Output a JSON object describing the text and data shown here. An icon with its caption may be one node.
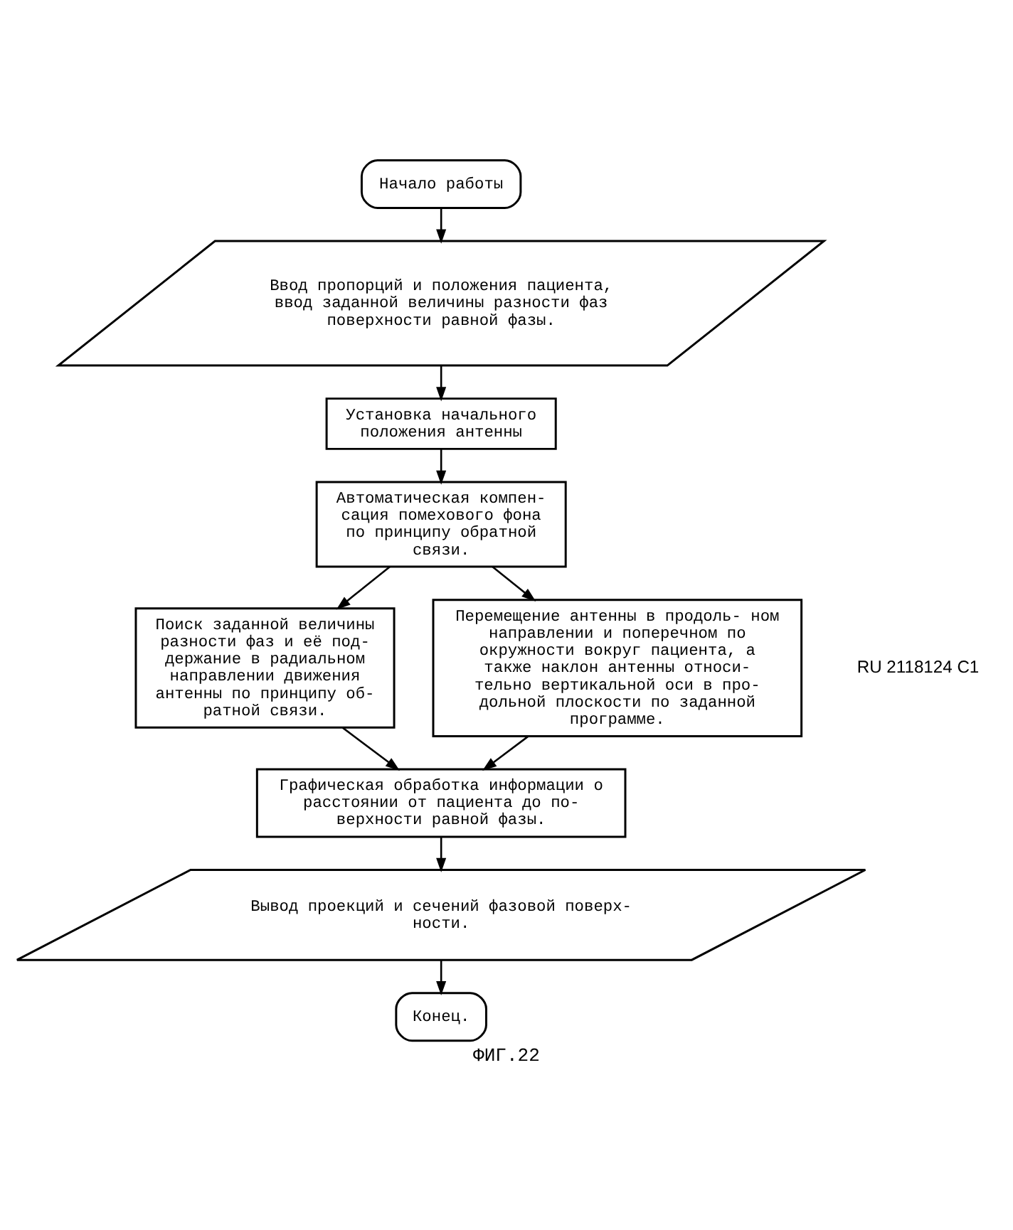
{
  "diagram": {
    "caption": "ФИГ.22",
    "nodes": [
      {
        "text": [
          "Начало работы"
        ]
      },
      {
        "text": [
          "Ввод пропорций и положения пациента, ввод заданной величины разности фаз поверхности равной фазы."
        ]
      },
      {
        "text": [
          "Установка начального положения антенны"
        ]
      },
      {
        "text": [
          "Автоматическая компен- сация помехового фона по принципу обратной связи."
        ]
      },
      {
        "text": [
          "Поиск заданной величины разности фаз и её под- держание в радиальном направлении движения антенны по принципу об- ратной связи."
        ]
      },
      {
        "text": [
          "Перемещение антенны в продоль- ном направлении и поперечном по окружности вокруг пациента, а также наклон антенны относи- тельно вертикальной оси в про- дольной плоскости по заданной программе."
        ]
      },
      {
        "text": [
          "Графическая обработка информации о расстоянии от пациента до по- верхности равной фазы."
        ]
      },
      {
        "text": [
          "Вывод проекций и сечений фазовой поверх- ности."
        ]
      },
      {
        "text": [
          "Конец."
        ]
      }
    ],
    "edges": [
      {
        "from": 0,
        "to": 1,
        "arrow": "to"
      },
      {
        "from": 1,
        "to": 2,
        "arrow": "to"
      },
      {
        "from": 2,
        "to": 3,
        "arrow": "to"
      },
      {
        "from": 3,
        "to": 4,
        "arrow": "to"
      },
      {
        "from": 3,
        "to": 5,
        "arrow": "to"
      },
      {
        "from": 4,
        "to": 6,
        "arrow": "to"
      },
      {
        "from": 5,
        "to": 6,
        "arrow": "to"
      },
      {
        "from": 6,
        "to": 7,
        "arrow": "to"
      },
      {
        "from": 7,
        "to": 8,
        "arrow": "to"
      }
    ],
    "labels": [
      "RU 2118124 C1"
    ]
  }
}
